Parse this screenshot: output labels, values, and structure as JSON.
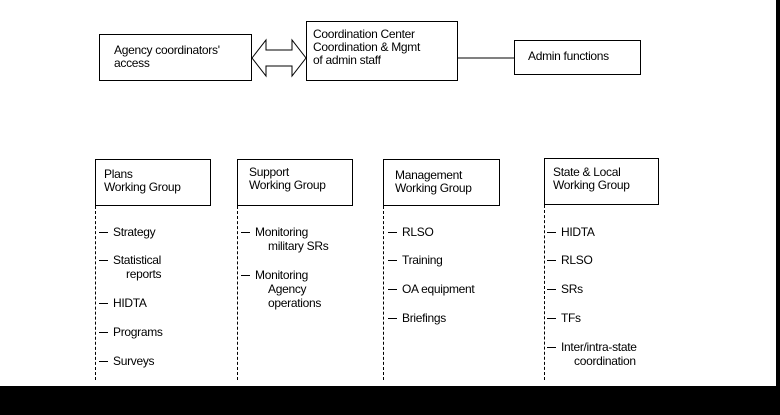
{
  "top": {
    "agency_box": [
      "Agency coordinators'",
      "access"
    ],
    "center_box": [
      "Coordination Center",
      "Coordination & Mgmt",
      "of admin staff"
    ],
    "admin_box": [
      "Admin functions"
    ]
  },
  "groups": [
    {
      "title": [
        "Plans",
        "Working Group"
      ],
      "items": [
        [
          "Strategy"
        ],
        [
          "Statistical",
          "reports"
        ],
        [
          "HIDTA"
        ],
        [
          "Programs"
        ],
        [
          "Surveys"
        ]
      ]
    },
    {
      "title": [
        "Support",
        "Working Group"
      ],
      "items": [
        [
          "Monitoring",
          "military SRs"
        ],
        [
          "Monitoring",
          "Agency",
          "operations"
        ]
      ]
    },
    {
      "title": [
        "Management",
        "Working Group"
      ],
      "items": [
        [
          "RLSO"
        ],
        [
          "Training"
        ],
        [
          "OA equipment"
        ],
        [
          "Briefings"
        ]
      ]
    },
    {
      "title": [
        "State & Local",
        "Working Group"
      ],
      "items": [
        [
          "HIDTA"
        ],
        [
          "RLSO"
        ],
        [
          "SRs"
        ],
        [
          "TFs"
        ],
        [
          "Inter/intra-state",
          "coordination"
        ]
      ]
    }
  ]
}
